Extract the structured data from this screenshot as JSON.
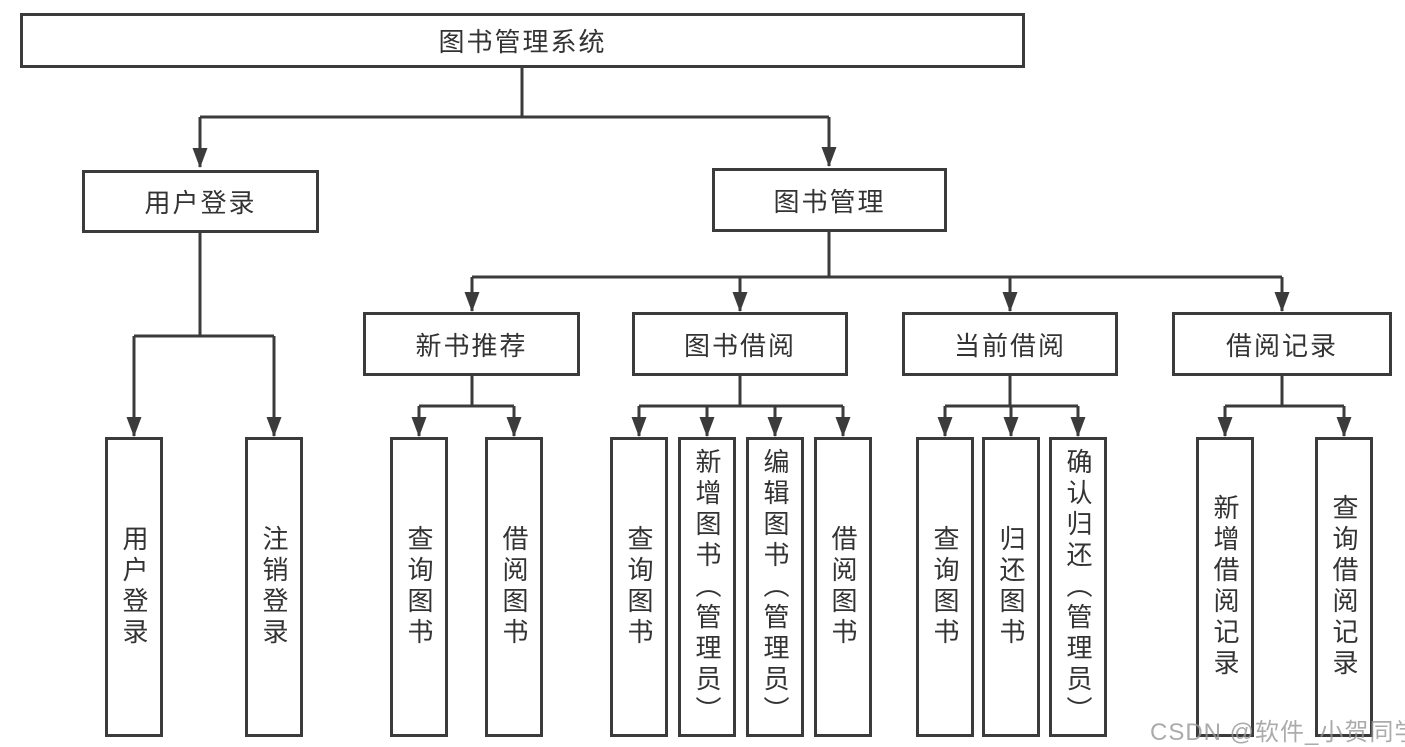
{
  "root": {
    "label": "图书管理系统"
  },
  "level2": {
    "user_login": "用户登录",
    "book_mgmt": "图书管理"
  },
  "level3": {
    "new_book_rec": "新书推荐",
    "book_borrow": "图书借阅",
    "current_borrow": "当前借阅",
    "borrow_records": "借阅记录"
  },
  "leaves": {
    "user_login": [
      "用户登录",
      "注销登录"
    ],
    "new_book_rec": [
      "查询图书",
      "借阅图书"
    ],
    "book_borrow": [
      "查询图书",
      "新增图书（管理员）",
      "编辑图书（管理员）",
      "借阅图书"
    ],
    "current_borrow": [
      "查询图书",
      "归还图书",
      "确认归还（管理员）"
    ],
    "borrow_records": [
      "新增借阅记录",
      "查询借阅记录"
    ]
  },
  "watermark": "CSDN @软件_小贺同学",
  "colors": {
    "line": "#3b3b3b",
    "text": "#333333",
    "watermark": "#a6a6a6",
    "background": "#ffffff"
  }
}
